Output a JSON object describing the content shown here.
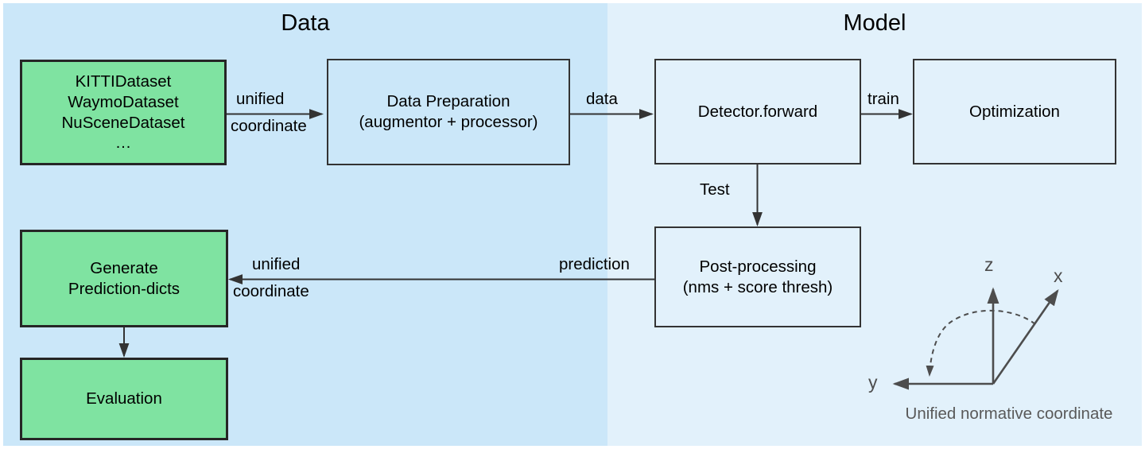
{
  "panels": {
    "data": {
      "title": "Data",
      "bg": "#cbe7f9"
    },
    "model": {
      "title": "Model",
      "bg": "#e2f1fb"
    }
  },
  "colors": {
    "green_fill": "#7fe3a1",
    "green_border": "#262626",
    "plain_border": "#333333",
    "arrow": "#333333",
    "axis": "#4d4d4d",
    "caption": "#595959"
  },
  "nodes": [
    {
      "id": "datasets",
      "name": "datasets-box",
      "label": "KITTIDataset\nWaymoDataset\nNuSceneDataset\n…",
      "style": "green"
    },
    {
      "id": "data-preparation",
      "name": "data-preparation-box",
      "label": "Data Preparation\n(augmentor + processor)",
      "style": "plain"
    },
    {
      "id": "detector-forward",
      "name": "detector-forward-box",
      "label": "Detector.forward",
      "style": "plain"
    },
    {
      "id": "optimization",
      "name": "optimization-box",
      "label": "Optimization",
      "style": "plain"
    },
    {
      "id": "post-processing",
      "name": "post-processing-box",
      "label": "Post-processing\n(nms + score thresh)",
      "style": "plain"
    },
    {
      "id": "generate-prediction-dicts",
      "name": "generate-prediction-dicts-box",
      "label": "Generate\nPrediction-dicts",
      "style": "green"
    },
    {
      "id": "evaluation",
      "name": "evaluation-box",
      "label": "Evaluation",
      "style": "green"
    }
  ],
  "edges": [
    {
      "id": "datasets-to-prep",
      "label_top": "unified",
      "label_bottom": "coordinate"
    },
    {
      "id": "prep-to-detector",
      "label": "data"
    },
    {
      "id": "detector-to-optimization",
      "label": "train"
    },
    {
      "id": "detector-to-postprocessing",
      "label": "Test"
    },
    {
      "id": "postprocessing-to-generate",
      "label": "prediction"
    },
    {
      "id": "postprocessing-to-generate-2",
      "label_top": "unified",
      "label_bottom": "coordinate"
    },
    {
      "id": "generate-to-evaluation",
      "label": ""
    }
  ],
  "coordinate_widget": {
    "caption": "Unified normative coordinate",
    "axes": [
      {
        "id": "z",
        "label": "z"
      },
      {
        "id": "x",
        "label": "x"
      },
      {
        "id": "y",
        "label": "y"
      }
    ]
  }
}
